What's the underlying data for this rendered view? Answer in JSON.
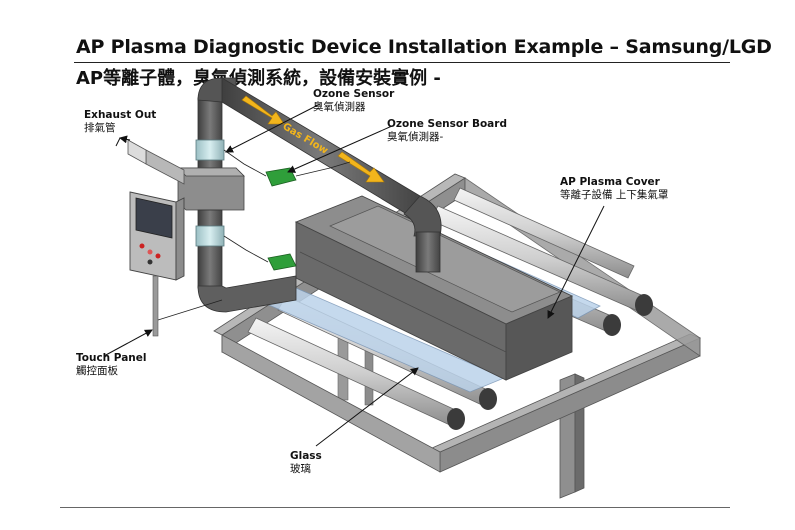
{
  "slide": {
    "title": "AP Plasma Diagnostic Device Installation Example – Samsung/LGD",
    "subtitle": "AP等離子體，臭氣偵測系統，設備安裝實例 -"
  },
  "labels": {
    "ozone_sensor": {
      "en": "Ozone Sensor",
      "zh": "臭氧偵測器"
    },
    "exhaust_out": {
      "en": "Exhaust Out",
      "zh": "排氣管"
    },
    "ozone_sensor_board": {
      "en": "Ozone Sensor Board",
      "zh": "臭氧偵測器-"
    },
    "ap_plasma_cover": {
      "en": "AP Plasma Cover",
      "zh": "等離子設備 上下集氣罩"
    },
    "touch_panel": {
      "en": "Touch Panel",
      "zh": "觸控面板"
    },
    "glass": {
      "en": "Glass",
      "zh": "玻璃"
    },
    "gas_flow": "Gas Flow"
  },
  "colors": {
    "duct": "#5f5f5f",
    "frame": "#8a8a8a",
    "cover": "#7b7b7b",
    "glass": "#bcd3ea",
    "arrow": "#f2b51c",
    "board": "#2f9e3a"
  }
}
